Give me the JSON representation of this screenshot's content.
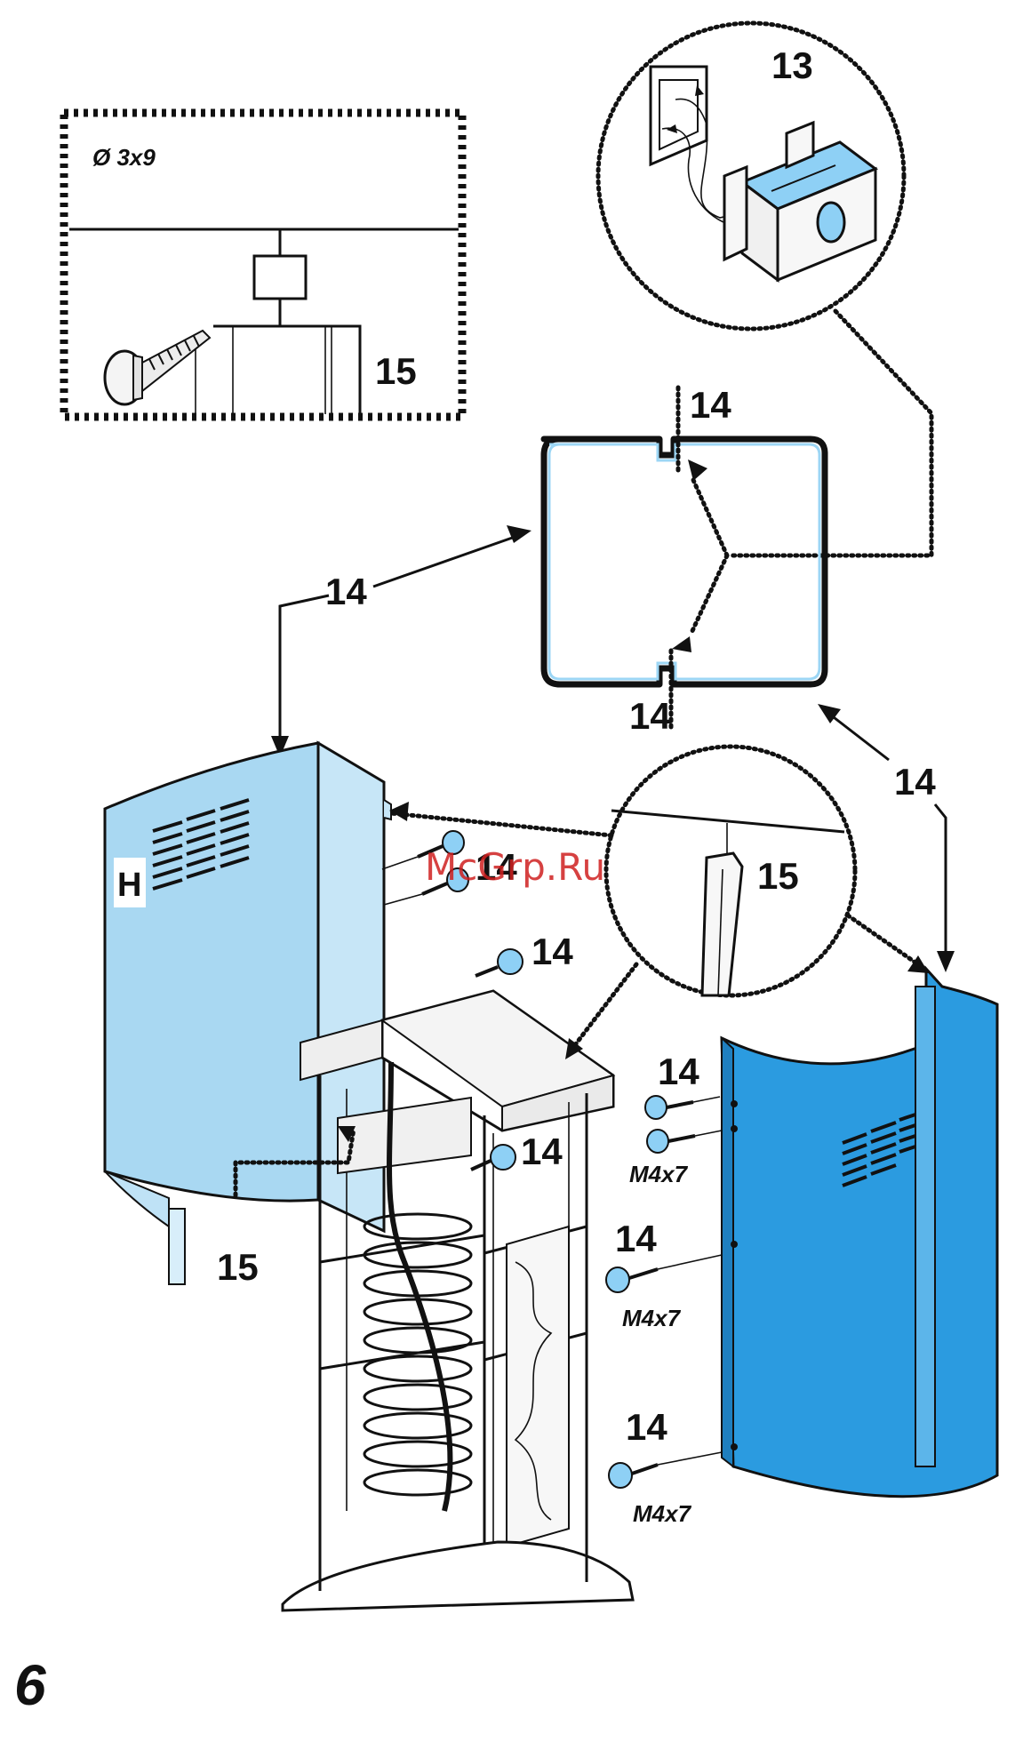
{
  "callouts": {
    "screw_spec": "Ø 3x9",
    "screw_inset_label": "15",
    "connector_label": "13",
    "top_profile_label": "14",
    "bottom_profile_label": "14",
    "left_arrow_label": "14",
    "right_arrow_label": "14",
    "panel_letter": "H",
    "upper_screws_label": "14",
    "middle_screw_label": "14",
    "inner_screw_label": "14",
    "bracket_label": "15",
    "left_bottom_label": "15",
    "right_screw_1_label": "14",
    "right_screw_1_spec": "M4x7",
    "right_screw_2_label": "14",
    "right_screw_2_spec": "M4x7",
    "right_screw_3_label": "14",
    "right_screw_3_spec": "M4x7"
  },
  "watermark": "McGrp.Ru",
  "page_number": "6",
  "colors": {
    "panel_light_blue": "#a9d8f2",
    "panel_blue": "#2b9be0",
    "ink": "#111111",
    "watermark": "#d02020"
  }
}
